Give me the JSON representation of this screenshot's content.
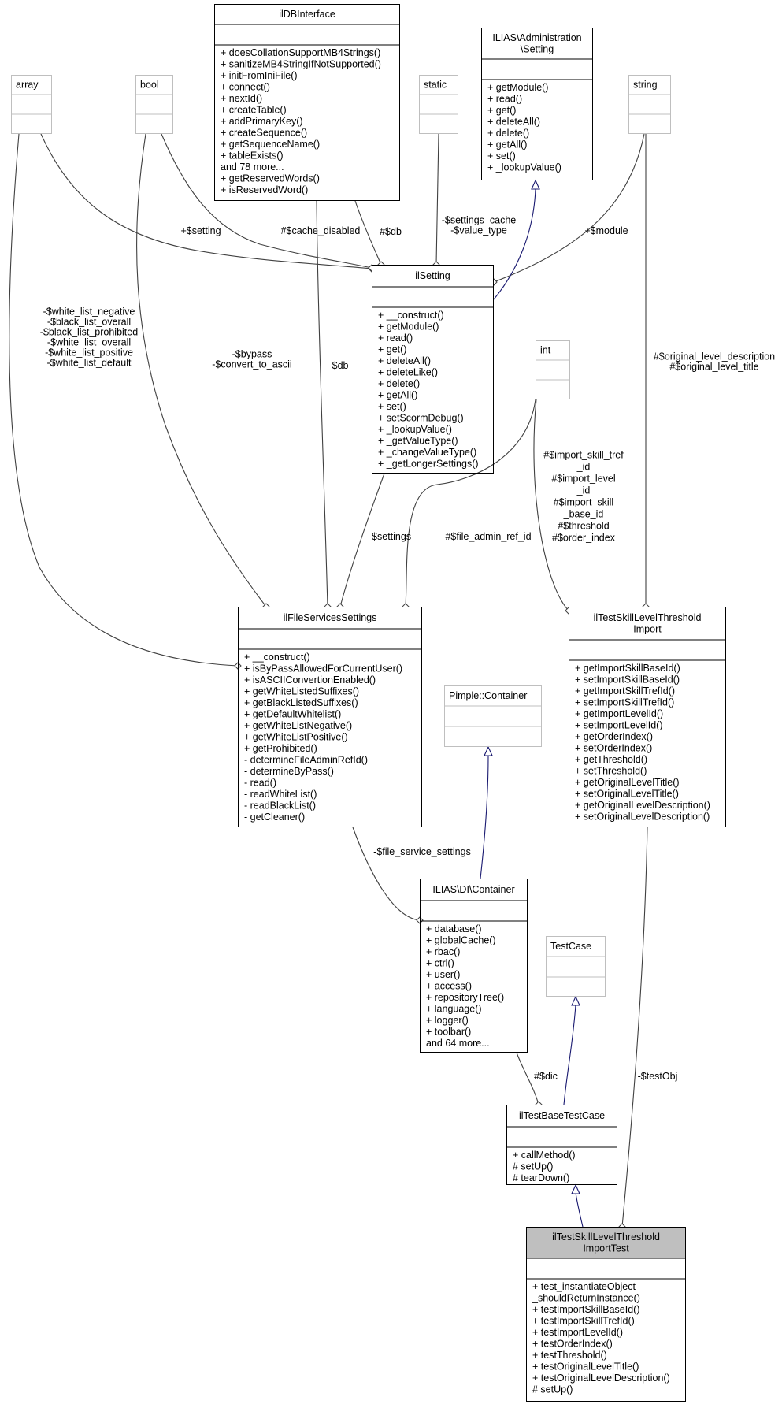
{
  "classes": [
    {
      "id": "ilDBInterface",
      "title": [
        "ilDBInterface"
      ],
      "attributes": [],
      "methods": [
        "+ doesCollationSupportMB4Strings()",
        "+ sanitizeMB4StringIfNotSupported()",
        "+ initFromIniFile()",
        "+ connect()",
        "+ nextId()",
        "+ createTable()",
        "+ addPrimaryKey()",
        "+ createSequence()",
        "+ getSequenceName()",
        "+ tableExists()",
        "and 78 more...",
        "+ getReservedWords()",
        "+ isReservedWord()"
      ],
      "style": "normal"
    },
    {
      "id": "ILIASAdministrationSetting",
      "title": [
        "ILIAS\\Administration",
        "\\Setting"
      ],
      "attributes": [],
      "methods": [
        "+ getModule()",
        "+ read()",
        "+ get()",
        "+ deleteAll()",
        "+ delete()",
        "+ getAll()",
        "+ set()",
        "+ _lookupValue()"
      ],
      "style": "normal"
    },
    {
      "id": "array",
      "title": [
        "array"
      ],
      "attributes": [],
      "methods": [],
      "style": "external"
    },
    {
      "id": "bool",
      "title": [
        "bool"
      ],
      "attributes": [],
      "methods": [],
      "style": "external"
    },
    {
      "id": "static",
      "title": [
        "static"
      ],
      "attributes": [],
      "methods": [],
      "style": "external"
    },
    {
      "id": "string",
      "title": [
        "string"
      ],
      "attributes": [],
      "methods": [],
      "style": "external"
    },
    {
      "id": "ilSetting",
      "title": [
        "ilSetting"
      ],
      "attributes": [],
      "methods": [
        "+ __construct()",
        "+ getModule()",
        "+ read()",
        "+ get()",
        "+ deleteAll()",
        "+ deleteLike()",
        "+ delete()",
        "+ getAll()",
        "+ set()",
        "+ setScormDebug()",
        "+ _lookupValue()",
        "+ _getValueType()",
        "+ _changeValueType()",
        "+ _getLongerSettings()"
      ],
      "style": "normal"
    },
    {
      "id": "int",
      "title": [
        "int"
      ],
      "attributes": [],
      "methods": [],
      "style": "external"
    },
    {
      "id": "ilFileServicesSettings",
      "title": [
        "ilFileServicesSettings"
      ],
      "attributes": [],
      "methods": [
        "+ __construct()",
        "+ isByPassAllowedForCurrentUser()",
        "+ isASCIIConvertionEnabled()",
        "+ getWhiteListedSuffixes()",
        "+ getBlackListedSuffixes()",
        "+ getDefaultWhitelist()",
        "+ getWhiteListNegative()",
        "+ getWhiteListPositive()",
        "+ getProhibited()",
        "- determineFileAdminRefId()",
        "- determineByPass()",
        "- read()",
        "- readWhiteList()",
        "- readBlackList()",
        "- getCleaner()"
      ],
      "style": "normal"
    },
    {
      "id": "ilTestSkillLevelThresholdImport",
      "title": [
        "ilTestSkillLevelThreshold",
        "Import"
      ],
      "attributes": [],
      "methods": [
        "+ getImportSkillBaseId()",
        "+ setImportSkillBaseId()",
        "+ getImportSkillTrefId()",
        "+ setImportSkillTrefId()",
        "+ getImportLevelId()",
        "+ setImportLevelId()",
        "+ getOrderIndex()",
        "+ setOrderIndex()",
        "+ getThreshold()",
        "+ setThreshold()",
        "+ getOriginalLevelTitle()",
        "+ setOriginalLevelTitle()",
        "+ getOriginalLevelDescription()",
        "+ setOriginalLevelDescription()"
      ],
      "style": "normal"
    },
    {
      "id": "PimpleContainer",
      "title": [
        "Pimple::Container"
      ],
      "attributes": [],
      "methods": [],
      "style": "external"
    },
    {
      "id": "ILIASDIContainer",
      "title": [
        "ILIAS\\DI\\Container"
      ],
      "attributes": [],
      "methods": [
        "+ database()",
        "+ globalCache()",
        "+ rbac()",
        "+ ctrl()",
        "+ user()",
        "+ access()",
        "+ repositoryTree()",
        "+ language()",
        "+ logger()",
        "+ toolbar()",
        "and 64 more..."
      ],
      "style": "normal"
    },
    {
      "id": "TestCase",
      "title": [
        "TestCase"
      ],
      "attributes": [],
      "methods": [],
      "style": "external"
    },
    {
      "id": "ilTestBaseTestCase",
      "title": [
        "ilTestBaseTestCase"
      ],
      "attributes": [],
      "methods": [
        "+ callMethod()",
        "# setUp()",
        "# tearDown()"
      ],
      "style": "normal"
    },
    {
      "id": "ilTestSkillLevelThresholdImportTest",
      "title": [
        "ilTestSkillLevelThreshold",
        "ImportTest"
      ],
      "attributes": [],
      "methods": [
        "+ test_instantiateObject",
        "_shouldReturnInstance()",
        "+ testImportSkillBaseId()",
        "+ testImportSkillTrefId()",
        "+ testImportLevelId()",
        "+ testOrderIndex()",
        "+ testThreshold()",
        "+ testOriginalLevelTitle()",
        "+ testOriginalLevelDescription()",
        "# setUp()"
      ],
      "style": "highlight"
    }
  ],
  "edges": [
    {
      "id": "array-ilSetting",
      "kind": "aggregation",
      "label": [
        "+$setting"
      ]
    },
    {
      "id": "bool-ilSetting",
      "kind": "aggregation",
      "label": [
        "#$cache_disabled"
      ]
    },
    {
      "id": "db-ilSetting",
      "kind": "aggregation",
      "label": [
        "#$db"
      ]
    },
    {
      "id": "static-ilSetting",
      "kind": "aggregation",
      "label": [
        "-$settings_cache",
        "-$value_type"
      ]
    },
    {
      "id": "string-ilSetting",
      "kind": "aggregation",
      "label": [
        "+$module"
      ]
    },
    {
      "id": "ilSetting-AdminSetting",
      "kind": "inheritance",
      "label": []
    },
    {
      "id": "array-fss",
      "kind": "aggregation",
      "label": [
        "-$white_list_negative",
        "-$black_list_overall",
        "-$black_list_prohibited",
        "-$white_list_overall",
        "-$white_list_positive",
        "-$white_list_default"
      ]
    },
    {
      "id": "bool-fss",
      "kind": "aggregation",
      "label": [
        "-$bypass",
        "-$convert_to_ascii"
      ]
    },
    {
      "id": "db-fss",
      "kind": "aggregation",
      "label": [
        "-$db"
      ]
    },
    {
      "id": "ilSetting-fss",
      "kind": "aggregation",
      "label": [
        "-$settings"
      ]
    },
    {
      "id": "int-fss",
      "kind": "aggregation",
      "label": [
        "#$file_admin_ref_id"
      ]
    },
    {
      "id": "int-threshold",
      "kind": "aggregation",
      "label": [
        "#$import_skill_tref",
        "_id",
        "#$import_level",
        "_id",
        "#$import_skill",
        "_base_id",
        "#$threshold",
        "#$order_index"
      ]
    },
    {
      "id": "string-threshold",
      "kind": "aggregation",
      "label": [
        "#$original_level_description",
        "#$original_level_title"
      ]
    },
    {
      "id": "fss-dic",
      "kind": "aggregation",
      "label": [
        "-$file_service_settings"
      ]
    },
    {
      "id": "dic-pimple",
      "kind": "inheritance",
      "label": []
    },
    {
      "id": "dic-base",
      "kind": "aggregation",
      "label": [
        "#$dic"
      ]
    },
    {
      "id": "base-testcase",
      "kind": "inheritance",
      "label": []
    },
    {
      "id": "threshold-test",
      "kind": "aggregation",
      "label": [
        "-$testObj"
      ]
    },
    {
      "id": "test-base",
      "kind": "inheritance",
      "label": []
    }
  ],
  "colors": {
    "line": "#404040",
    "inherit": "#191970",
    "external": "#bfbfbf",
    "highlight": "#bfbfbf"
  }
}
